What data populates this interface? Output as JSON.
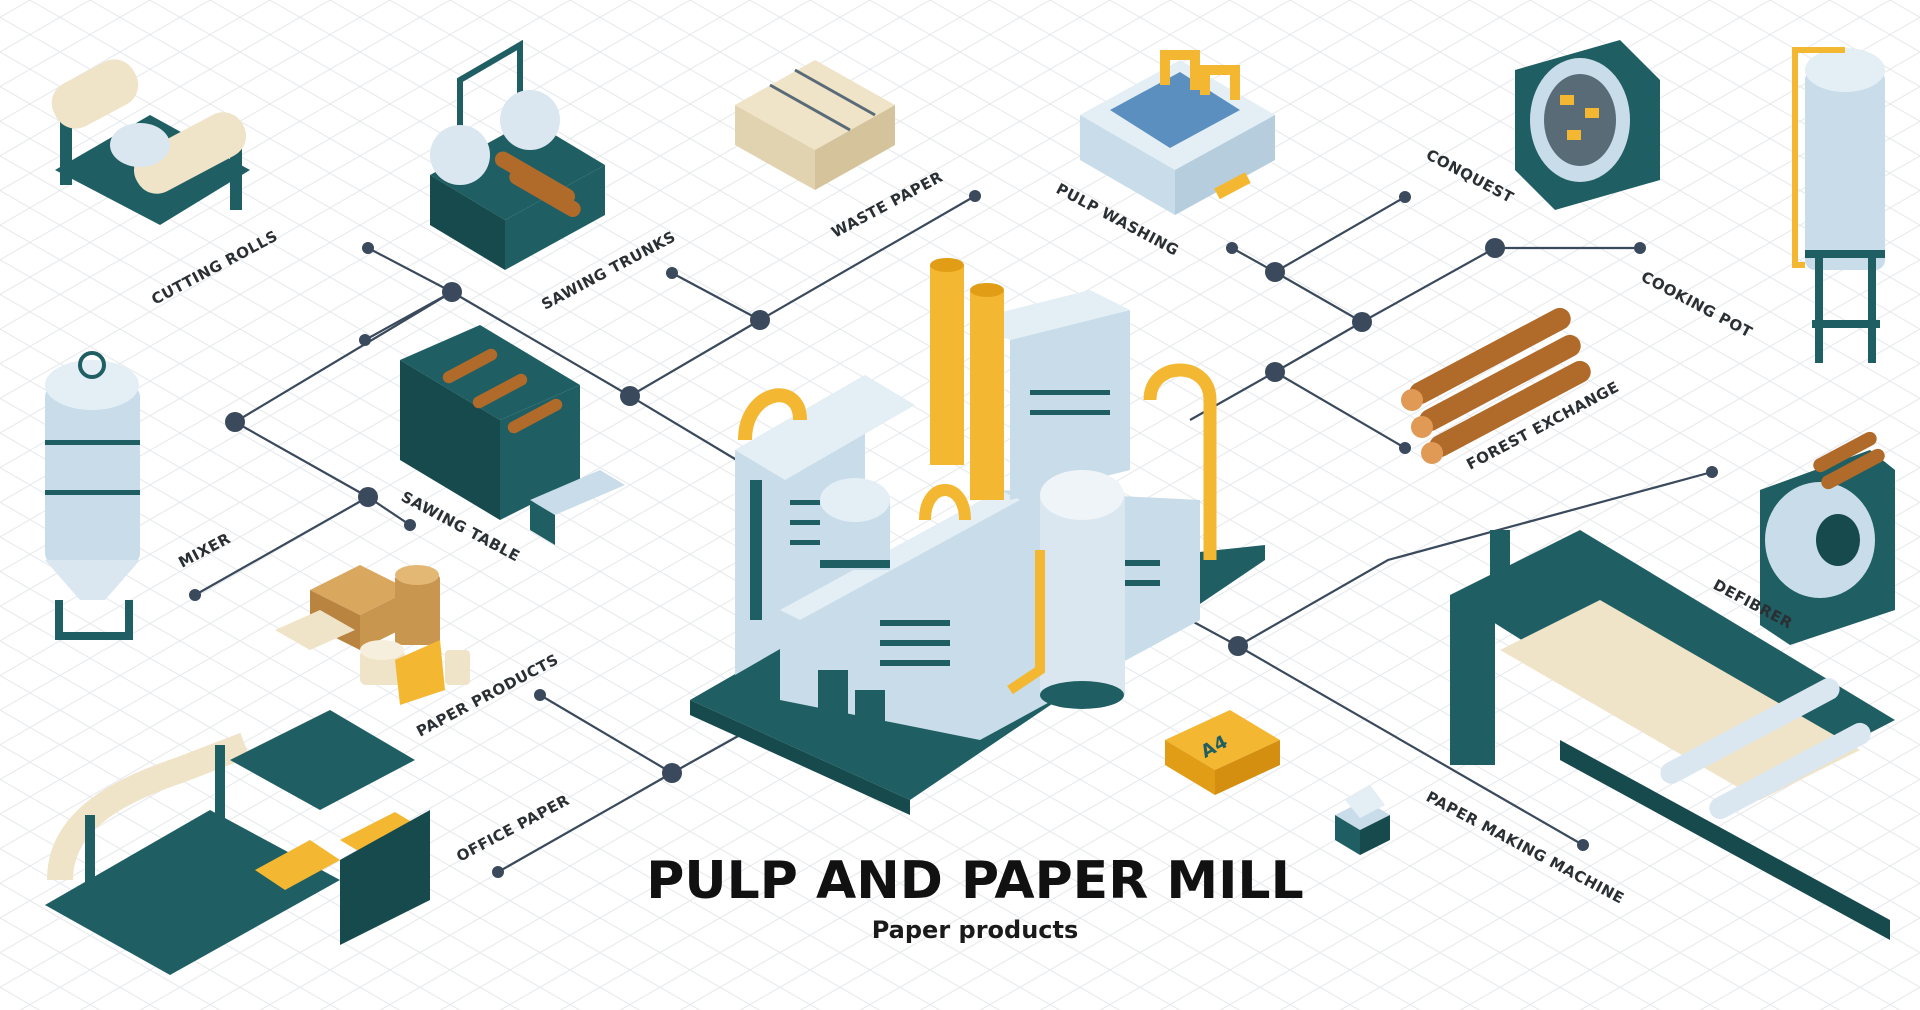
{
  "title": "PULP AND PAPER MILL",
  "subtitle": "Paper products",
  "labels": {
    "cutting_rolls": "CUTTING ROLLS",
    "sawing_trunks": "SAWING TRUNKS",
    "waste_paper": "WASTE PAPER",
    "pulp_washing": "PULP WASHING",
    "conquest": "CONQUEST",
    "cooking_pot": "COOKING POT",
    "forest_exchange": "FOREST EXCHANGE",
    "mixer": "MIXER",
    "sawing_table": "SAWING TABLE",
    "defibrer": "DEFIBRER",
    "paper_products": "PAPER PRODUCTS",
    "office_paper": "OFFICE PAPER",
    "paper_making_machine": "PAPER MAKING MACHINE",
    "a4": "A4"
  },
  "colors": {
    "teal": "#1f5f63",
    "teal_dark": "#164a4d",
    "light_blue": "#c9dce9",
    "pale_blue": "#e4eef5",
    "yellow": "#f3b731",
    "cream": "#efe3c8",
    "brown": "#b06a2a",
    "line": "#3a4a5c",
    "grid": "#e9ecef"
  }
}
